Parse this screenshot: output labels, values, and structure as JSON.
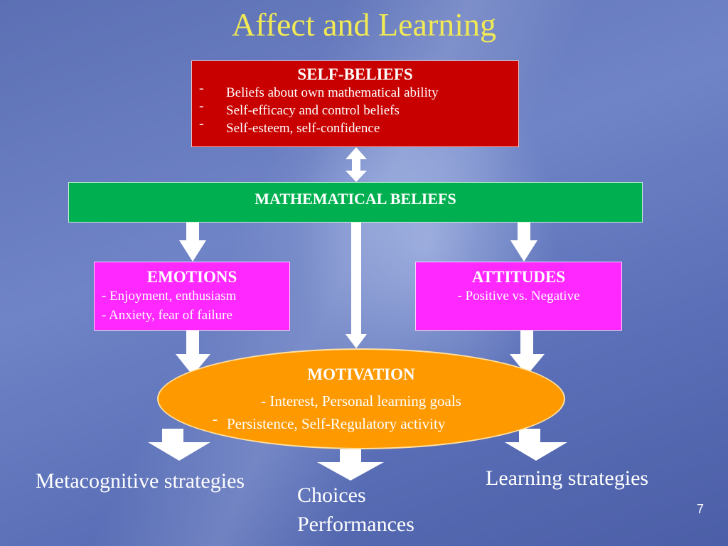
{
  "slide": {
    "title": "Affect and Learning",
    "page_number": "7"
  },
  "self_beliefs": {
    "heading": "SELF-BELIEFS",
    "items": [
      {
        "bullet": "-",
        "text": "Beliefs about own mathematical ability"
      },
      {
        "bullet": "-",
        "text": "Self-efficacy and control beliefs"
      },
      {
        "bullet": "-",
        "text": "Self-esteem, self-confidence"
      }
    ]
  },
  "mathematical_beliefs": {
    "heading": "MATHEMATICAL BELIEFS"
  },
  "emotions": {
    "heading": "EMOTIONS",
    "items": [
      "- Enjoyment, enthusiasm",
      "- Anxiety, fear of failure"
    ]
  },
  "attitudes": {
    "heading": "ATTITUDES",
    "items": [
      "- Positive vs. Negative"
    ]
  },
  "motivation": {
    "heading": "MOTIVATION",
    "line1": "- Interest, Personal learning goals",
    "line2_bullet": "-",
    "line2": "Persistence, Self-Regulatory activity"
  },
  "outcomes": {
    "metacognitive": "Metacognitive strategies",
    "choices": "Choices",
    "performances": "Performances",
    "learning": "Learning strategies"
  },
  "colors": {
    "title": "#f1ea55",
    "self_beliefs": "#c80000",
    "mathematical_beliefs": "#00b050",
    "emotions_attitudes": "#ff28ff",
    "motivation": "#ff9900",
    "arrows": "#ffffff"
  }
}
